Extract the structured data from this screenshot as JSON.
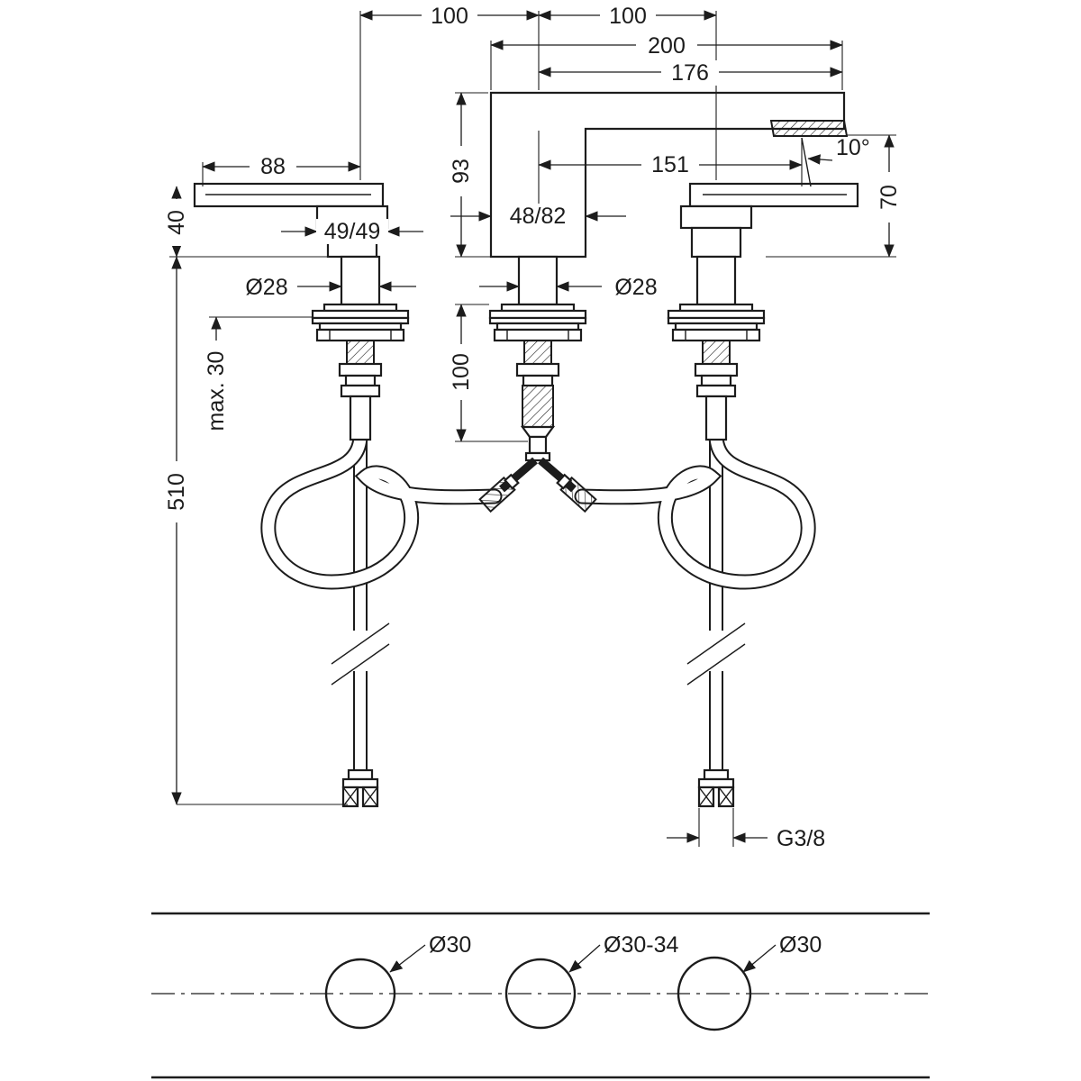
{
  "drawing": {
    "colors": {
      "line": "#1c1c1c",
      "background": "#ffffff"
    },
    "dims": {
      "spacing_left": "100",
      "spacing_right": "100",
      "total_width": "200",
      "spout_to_tip": "176",
      "handle_length": "88",
      "spout_height": "93",
      "spout_reach": "151",
      "spray_angle": "10°",
      "outlet_height": "70",
      "handle_height": "40",
      "handle_body": "49/49",
      "body_size": "48/82",
      "handle_dia": "Ø28",
      "body_dia": "Ø28",
      "hose_length": "100",
      "max_thickness": "max. 30",
      "supply_length": "510",
      "thread": "G3/8"
    },
    "holes": {
      "left": "Ø30",
      "center": "Ø30-34",
      "right": "Ø30"
    }
  }
}
